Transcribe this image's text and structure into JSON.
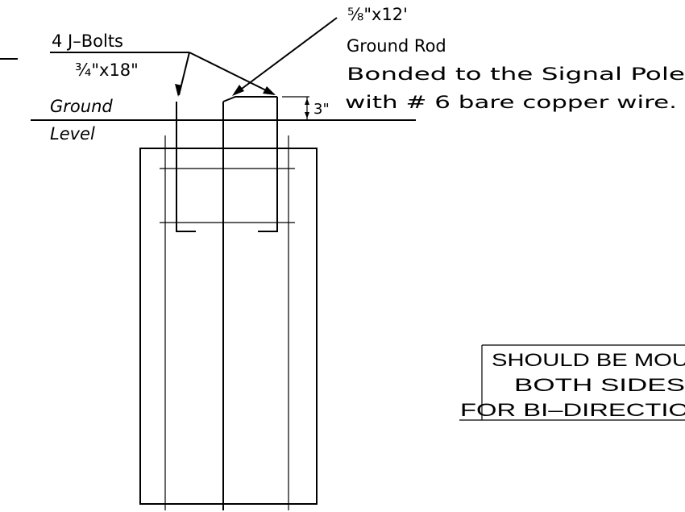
{
  "jbolt_label": {
    "line1": "4 J–Bolts",
    "line2": "¾\"x18\""
  },
  "ground_rod_note": {
    "line1": "⅝\"x12'",
    "line2": "Ground Rod",
    "line3": "Bonded to the Signal Pole",
    "line4": "with # 6 bare copper wire."
  },
  "ground_level": {
    "line1": "Ground",
    "line2": "Level"
  },
  "dimension_label": "3\"",
  "mounting_note": {
    "line1": "SHOULD BE MOU",
    "line2": "BOTH SIDES",
    "line3": "FOR BI–DIRECTIO"
  }
}
